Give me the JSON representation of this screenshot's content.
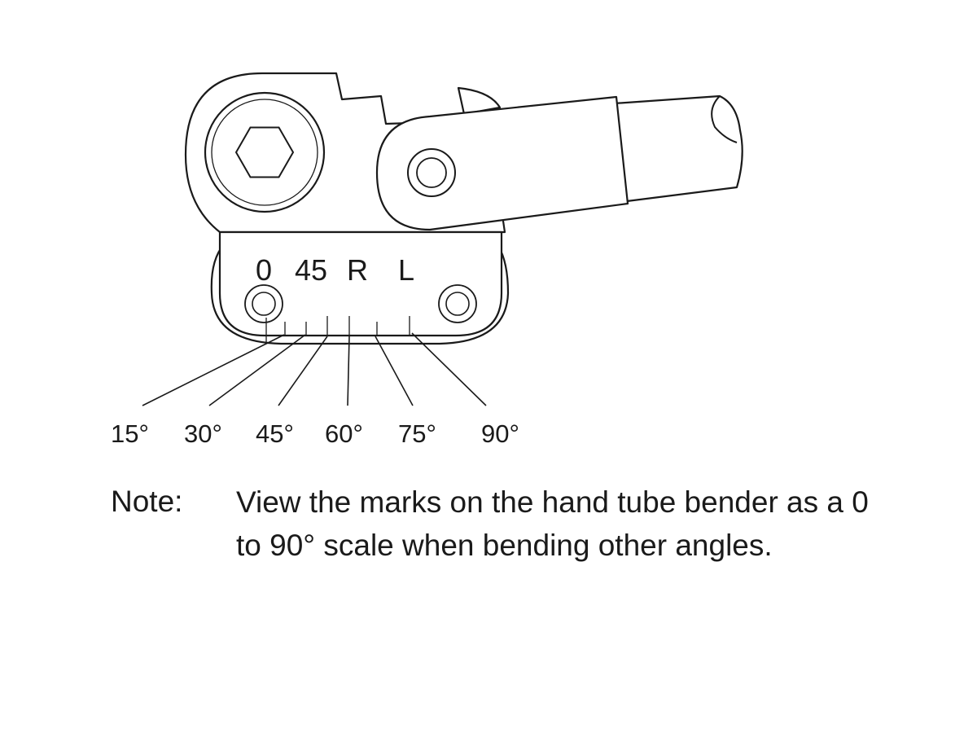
{
  "scale_labels": [
    "0",
    "45",
    "R",
    "L"
  ],
  "angle_labels": [
    "15°",
    "30°",
    "45°",
    "60°",
    "75°",
    "90°"
  ],
  "note": {
    "label": "Note:",
    "text": "View the marks on the hand tube bender as a 0 to 90° scale when bending other angles."
  },
  "colors": {
    "line": "#1a1a1a",
    "background": "#ffffff"
  }
}
